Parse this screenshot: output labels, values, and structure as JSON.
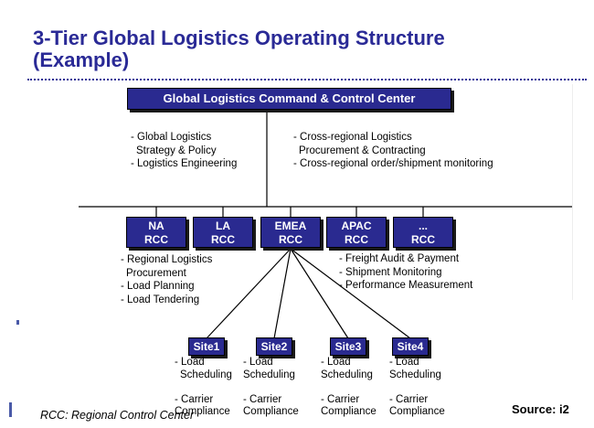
{
  "title": {
    "line1": "3-Tier Global Logistics Operating Structure",
    "line2": "(Example)"
  },
  "top_box": {
    "label": "Global Logistics Command & Control Center"
  },
  "top_left_notes": [
    "- Global Logistics",
    "  Strategy & Policy",
    "- Logistics Engineering"
  ],
  "top_right_notes": [
    "- Cross-regional Logistics",
    "  Procurement & Contracting",
    "- Cross-regional order/shipment  monitoring"
  ],
  "rccs": [
    {
      "name": "NA",
      "sub": "RCC"
    },
    {
      "name": "LA",
      "sub": "RCC"
    },
    {
      "name": "EMEA",
      "sub": "RCC"
    },
    {
      "name": "APAC",
      "sub": "RCC"
    },
    {
      "name": "...",
      "sub": "RCC"
    }
  ],
  "rcc_left_notes": [
    "- Regional Logistics",
    "  Procurement",
    "- Load Planning",
    "- Load Tendering"
  ],
  "rcc_right_notes": [
    "- Freight Audit & Payment",
    "- Shipment Monitoring",
    "- Performance Measurement"
  ],
  "sites": [
    {
      "label": "Site1",
      "notes": [
        "- Load",
        "Scheduling",
        "",
        "- Carrier",
        "Compliance"
      ]
    },
    {
      "label": "Site2",
      "notes": [
        "- Load",
        "Scheduling",
        "",
        "- Carrier",
        "Compliance"
      ]
    },
    {
      "label": "Site3",
      "notes": [
        "- Load",
        "Scheduling",
        "",
        "- Carrier",
        "Compliance"
      ]
    },
    {
      "label": "Site4",
      "notes": [
        "- Load",
        "Scheduling",
        "",
        "- Carrier",
        "Compliance"
      ]
    }
  ],
  "caption": "RCC: Regional Control Center",
  "source": "Source: i2",
  "colors": {
    "title": "#2a2a96",
    "box_fill": "#2a2a90",
    "box_text": "#ffffff"
  }
}
